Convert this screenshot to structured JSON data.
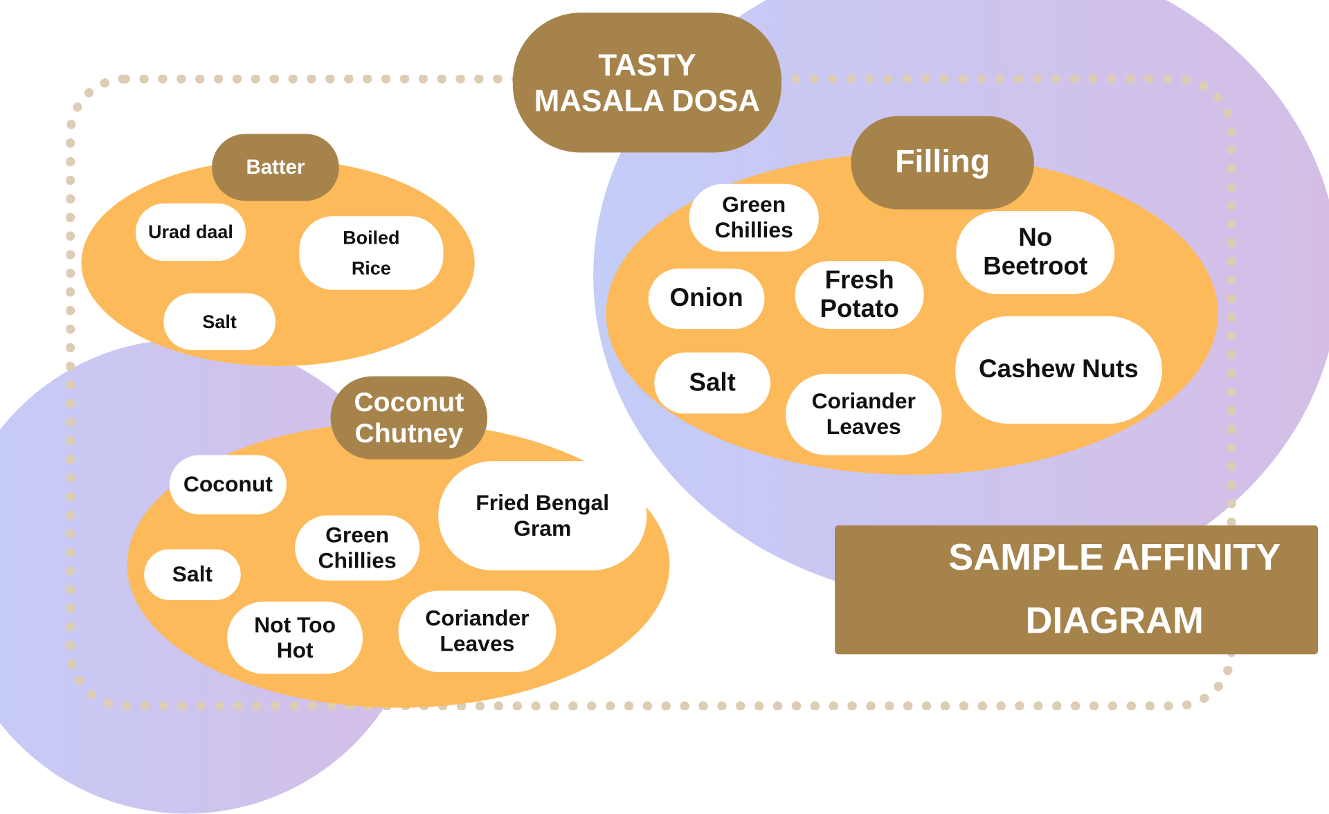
{
  "title": "TASTY MASALA DOSA",
  "footer_title": "SAMPLE AFFINITY DIAGRAM",
  "colors": {
    "group": "#FDBA5A",
    "label": "#A6834B",
    "dots": "#DCCDB4"
  },
  "groups": {
    "batter": {
      "label": "Batter",
      "items": [
        "Urad daal",
        "Boiled Rice",
        "Salt"
      ]
    },
    "filling": {
      "label": "Filling",
      "items": [
        "Green Chillies",
        "Onion",
        "Fresh Potato",
        "No Beetroot",
        "Salt",
        "Coriander Leaves",
        "Cashew Nuts"
      ]
    },
    "chutney": {
      "label": "Coconut Chutney",
      "items": [
        "Coconut",
        "Green Chillies",
        "Fried Bengal Gram",
        "Salt",
        "Not Too Hot",
        "Coriander Leaves"
      ]
    }
  }
}
